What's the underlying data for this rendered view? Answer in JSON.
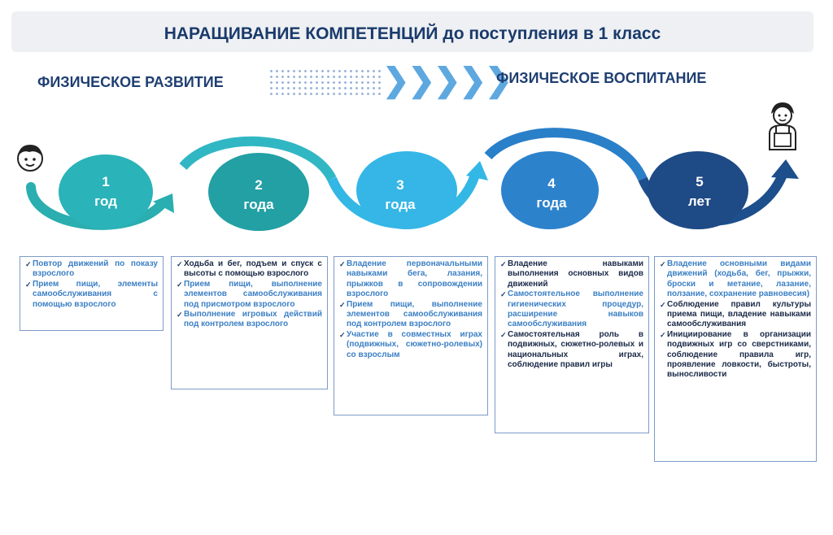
{
  "title": "НАРАЩИВАНИЕ КОМПЕТЕНЦИЙ до поступления в 1 класс",
  "left_label": "ФИЗИЧЕСКОЕ РАЗВИТИЕ",
  "right_label": "ФИЗИЧЕСКОЕ ВОСПИТАНИЕ",
  "chevrons": "❯❯❯❯❯",
  "colors": {
    "navy": "#1f4e8c",
    "teal": "#2ab3b8",
    "sky": "#35b6e6",
    "blue": "#2d82cc",
    "dark": "#1f3f72"
  },
  "icons": {
    "start": "child-face-icon",
    "end": "schoolchild-icon"
  },
  "stages": [
    {
      "num": "1",
      "unit": "год"
    },
    {
      "num": "2",
      "unit": "года"
    },
    {
      "num": "3",
      "unit": "года"
    },
    {
      "num": "4",
      "unit": "года"
    },
    {
      "num": "5",
      "unit": "лет"
    }
  ],
  "boxes": [
    {
      "items": [
        {
          "text": "Повтор движений по показу взрослого"
        },
        {
          "text": "Прием пищи, элементы самообслуживания с помощью взрослого"
        }
      ]
    },
    {
      "items": [
        {
          "text": "Ходьба и бег, подъем и спуск с высоты с помощью взрослого"
        },
        {
          "text": "Прием пищи, выполнение элементов самообслуживания под присмотром взрослого"
        },
        {
          "text": "Выполнение игровых действий под контролем взрослого"
        }
      ]
    },
    {
      "items": [
        {
          "text": "Владение первоначальными навыками бега, лазания, прыжков в сопровождении взрослого"
        },
        {
          "text": "Прием пищи, выполнение элементов самообслуживания под контролем взрослого"
        },
        {
          "text": "Участие в совместных играх (подвижных, сюжетно-ролевых) со взрослым"
        }
      ]
    },
    {
      "items": [
        {
          "text": "Владение навыками выполнения основных видов движений"
        },
        {
          "text": "Самостоятельное выполнение гигиенических процедур, расширение навыков самообслуживания"
        },
        {
          "text": "Самостоятельная роль в подвижных, сюжетно-ролевых и национальных играх, соблюдение правил игры"
        }
      ]
    },
    {
      "items": [
        {
          "text": "Владение основными видами движений (ходьба, бег, прыжки, броски и метание, лазание, ползание, сохранение равновесия)"
        },
        {
          "text": "Соблюдение правил культуры приема пищи, владение навыками самообслуживания"
        },
        {
          "text": "Инициирование в организации подвижных игр со сверстниками, соблюдение правила игр, проявление ловкости, быстроты, выносливости"
        }
      ]
    }
  ]
}
